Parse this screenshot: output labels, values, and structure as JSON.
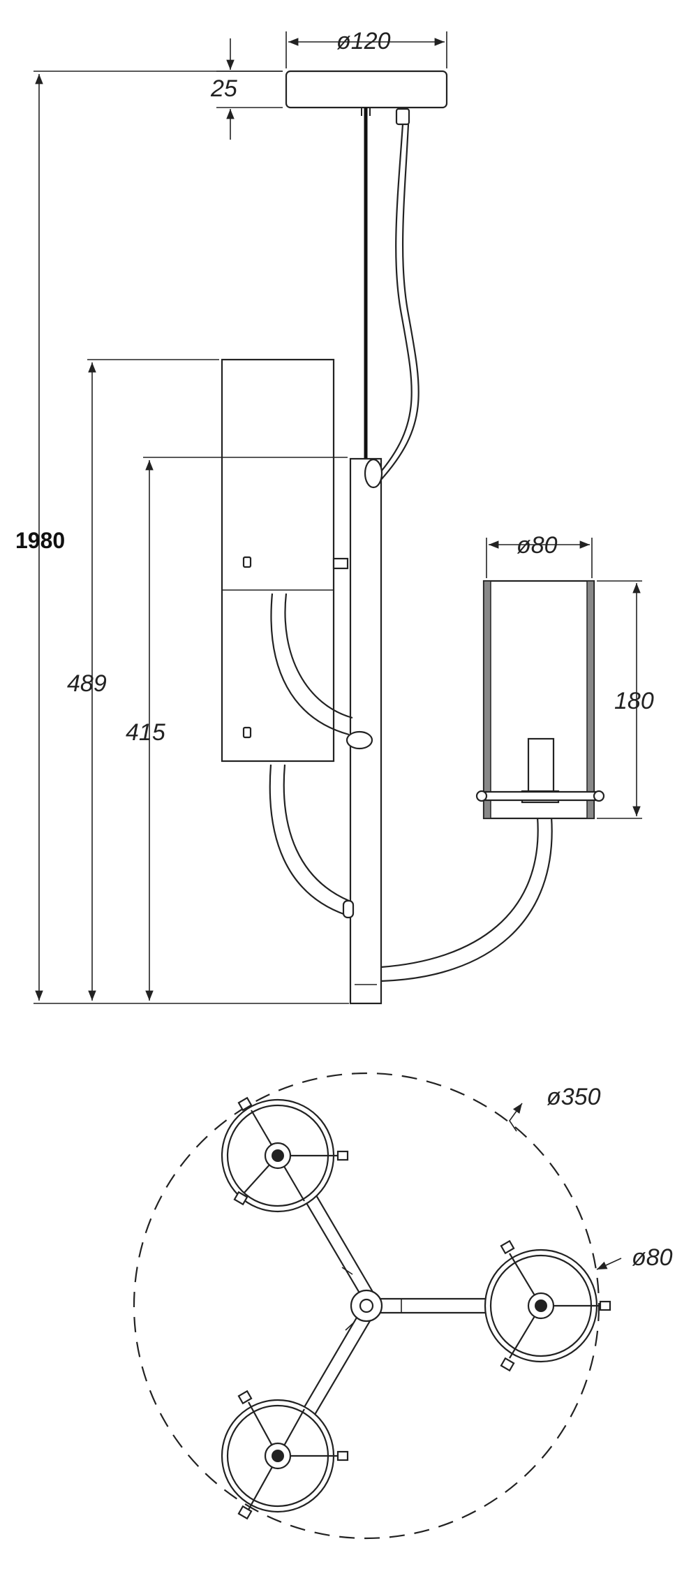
{
  "dimensions": {
    "canopy_diameter": "ø120",
    "canopy_height": "25",
    "total_height": "1980",
    "upper_height": "489",
    "lower_height": "415",
    "shade_diameter": "ø80",
    "shade_height": "180",
    "spread_diameter": "ø350",
    "shade_diameter_top": "ø80"
  },
  "colors": {
    "line": "#222222",
    "background": "#ffffff"
  }
}
